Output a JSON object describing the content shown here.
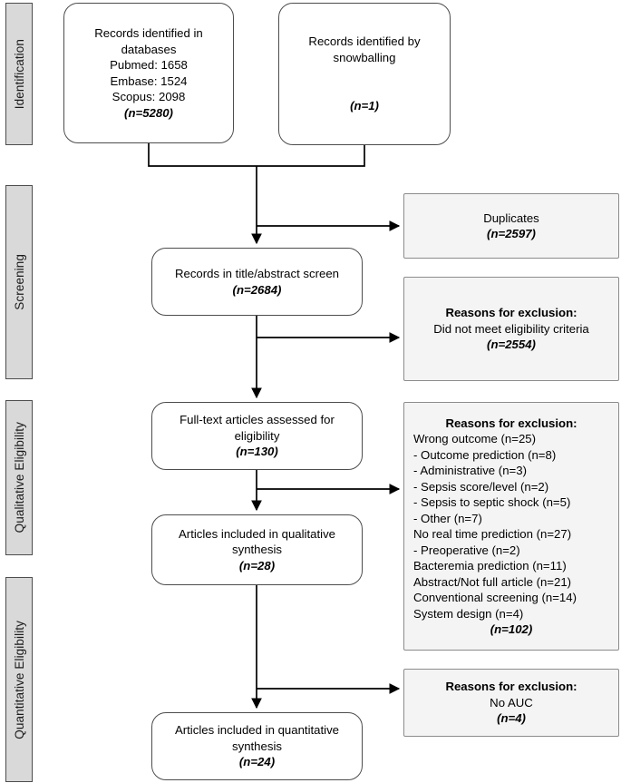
{
  "diagram": {
    "title": "PRISMA study selection flow diagram",
    "colors": {
      "stage_bar_fill": "#d9d9d9",
      "stage_bar_border": "#4d4d4d",
      "node_fill": "#ffffff",
      "node_border": "#4d4d4d",
      "exclusion_fill": "#f4f4f4",
      "exclusion_border": "#8c8c8c",
      "connector": "#000000"
    }
  },
  "stages": [
    {
      "label": "Identification"
    },
    {
      "label": "Screening"
    },
    {
      "label": "Qualitative Eligibility"
    },
    {
      "label": "Quantitative Eligibility"
    }
  ],
  "nodes": {
    "databases": {
      "lines": [
        "Records identified in",
        "databases",
        "Pubmed: 1658",
        "Embase: 1524",
        "Scopus: 2098"
      ],
      "count": "(n=5280)"
    },
    "snowballing": {
      "lines": [
        "Records identified by",
        "snowballing"
      ],
      "count": "(n=1)"
    },
    "title_abstract": {
      "lines": [
        "Records in title/abstract screen"
      ],
      "count": "(n=2684)"
    },
    "full_text": {
      "lines": [
        "Full-text articles assessed for",
        "eligibility"
      ],
      "count": "(n=130)"
    },
    "qualitative": {
      "lines": [
        "Articles included in qualitative",
        "synthesis"
      ],
      "count": "(n=28)"
    },
    "quantitative": {
      "lines": [
        "Articles included in quantitative",
        "synthesis"
      ],
      "count": "(n=24)"
    }
  },
  "exclusions": {
    "duplicates": {
      "heading": "",
      "lines": [
        "Duplicates"
      ],
      "count": "(n=2597)"
    },
    "not_eligible": {
      "heading": "Reasons for exclusion:",
      "lines": [
        "Did not meet eligibility criteria"
      ],
      "count": "(n=2554)"
    },
    "full_text_reasons": {
      "heading": "Reasons for exclusion:",
      "lines": [
        "Wrong outcome (n=25)",
        "- Outcome prediction (n=8)",
        "- Administrative (n=3)",
        "- Sepsis score/level (n=2)",
        "- Sepsis to septic shock (n=5)",
        "- Other (n=7)",
        "No real time prediction (n=27)",
        "- Preoperative (n=2)",
        "Bacteremia prediction (n=11)",
        "Abstract/Not full article (n=21)",
        "Conventional screening (n=14)",
        "System design (n=4)"
      ],
      "count": "(n=102)"
    },
    "no_auc": {
      "heading": "Reasons for exclusion:",
      "lines": [
        "No AUC"
      ],
      "count": "(n=4)"
    }
  }
}
